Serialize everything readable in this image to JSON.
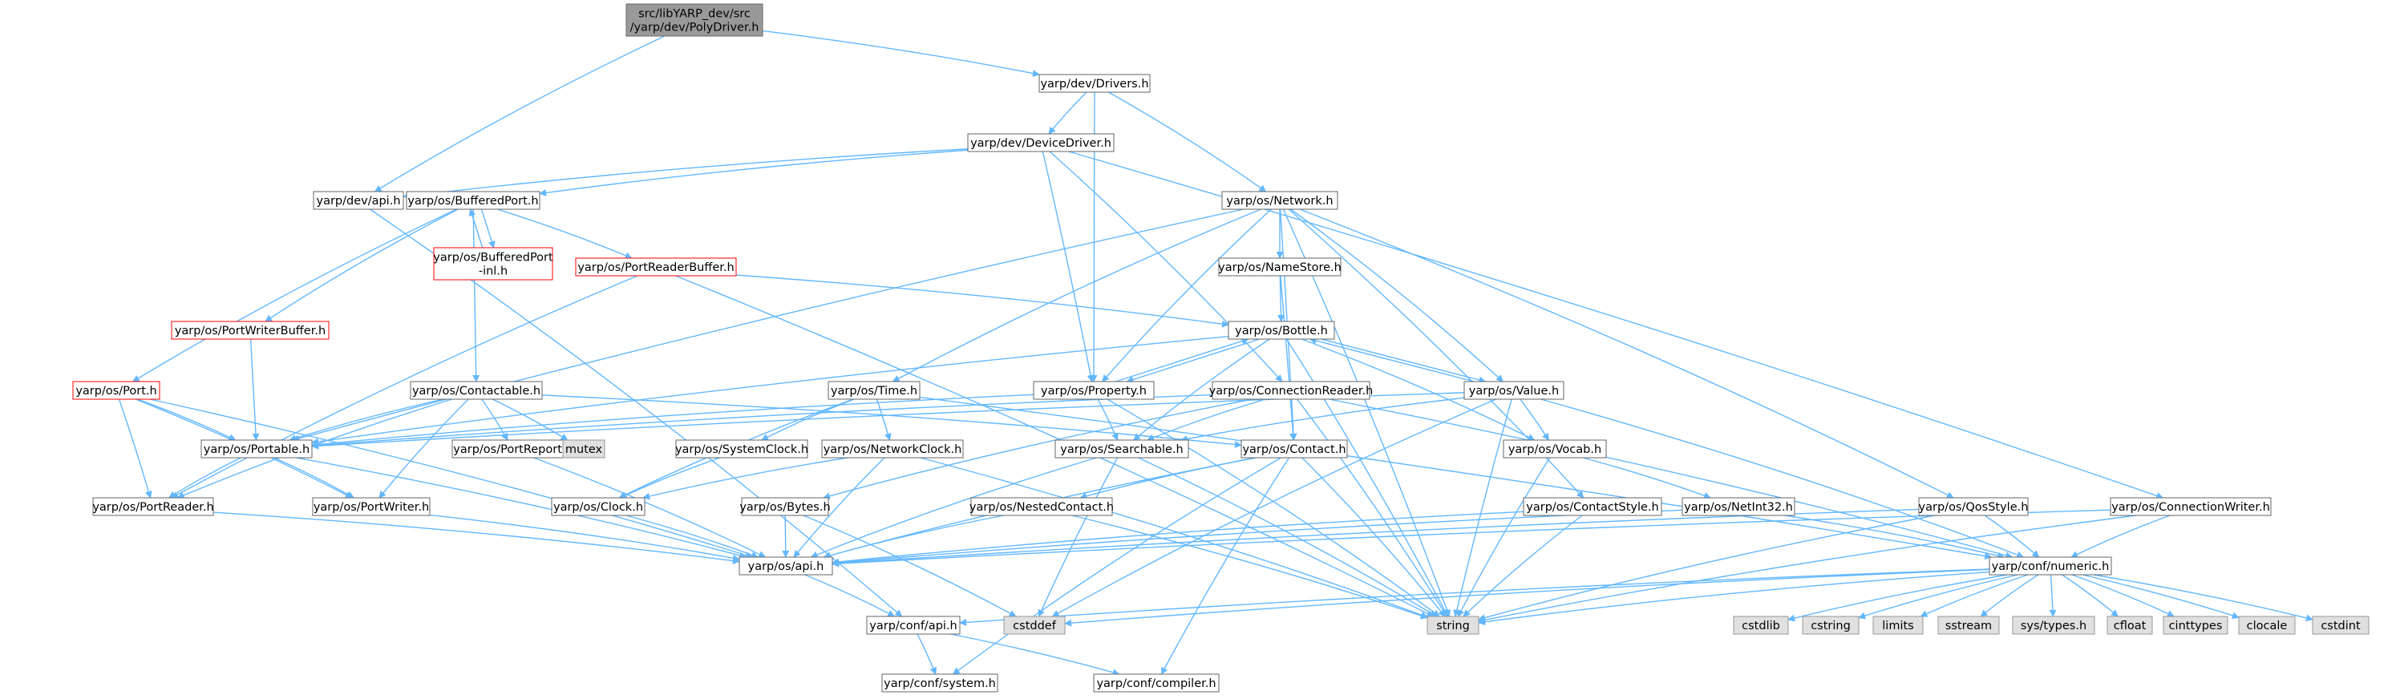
{
  "graph": {
    "colors": {
      "edge": "#63b8ff",
      "border_normal": "#666666",
      "border_truncated": "#ff0000",
      "fill_normal": "#ffffff",
      "fill_root": "#999999",
      "fill_system": "#e0e0e0",
      "text": "#000000"
    },
    "nodes": [
      {
        "id": "polydriver",
        "lines": [
          "src/libYARP_dev/src",
          "/yarp/dev/PolyDriver.h"
        ],
        "kind": "root"
      },
      {
        "id": "drivers",
        "lines": [
          "yarp/dev/Drivers.h"
        ],
        "kind": "normal"
      },
      {
        "id": "devicedriver",
        "lines": [
          "yarp/dev/DeviceDriver.h"
        ],
        "kind": "normal"
      },
      {
        "id": "devapi",
        "lines": [
          "yarp/dev/api.h"
        ],
        "kind": "normal"
      },
      {
        "id": "bufferedport",
        "lines": [
          "yarp/os/BufferedPort.h"
        ],
        "kind": "normal"
      },
      {
        "id": "network",
        "lines": [
          "yarp/os/Network.h"
        ],
        "kind": "normal"
      },
      {
        "id": "bufferedportinl",
        "lines": [
          "yarp/os/BufferedPort",
          "-inl.h"
        ],
        "kind": "truncated"
      },
      {
        "id": "portreaderbuffer",
        "lines": [
          "yarp/os/PortReaderBuffer.h"
        ],
        "kind": "truncated"
      },
      {
        "id": "namestore",
        "lines": [
          "yarp/os/NameStore.h"
        ],
        "kind": "normal"
      },
      {
        "id": "portwriterbuffer",
        "lines": [
          "yarp/os/PortWriterBuffer.h"
        ],
        "kind": "truncated"
      },
      {
        "id": "bottle",
        "lines": [
          "yarp/os/Bottle.h"
        ],
        "kind": "normal"
      },
      {
        "id": "port",
        "lines": [
          "yarp/os/Port.h"
        ],
        "kind": "truncated"
      },
      {
        "id": "contactable",
        "lines": [
          "yarp/os/Contactable.h"
        ],
        "kind": "normal"
      },
      {
        "id": "time",
        "lines": [
          "yarp/os/Time.h"
        ],
        "kind": "normal"
      },
      {
        "id": "property",
        "lines": [
          "yarp/os/Property.h"
        ],
        "kind": "normal"
      },
      {
        "id": "connectionreader",
        "lines": [
          "yarp/os/ConnectionReader.h"
        ],
        "kind": "normal"
      },
      {
        "id": "value",
        "lines": [
          "yarp/os/Value.h"
        ],
        "kind": "normal"
      },
      {
        "id": "portable",
        "lines": [
          "yarp/os/Portable.h"
        ],
        "kind": "normal"
      },
      {
        "id": "portreport",
        "lines": [
          "yarp/os/PortReport.h"
        ],
        "kind": "normal"
      },
      {
        "id": "mutex",
        "lines": [
          "mutex"
        ],
        "kind": "system"
      },
      {
        "id": "systemclock",
        "lines": [
          "yarp/os/SystemClock.h"
        ],
        "kind": "normal"
      },
      {
        "id": "networkclock",
        "lines": [
          "yarp/os/NetworkClock.h"
        ],
        "kind": "normal"
      },
      {
        "id": "searchable",
        "lines": [
          "yarp/os/Searchable.h"
        ],
        "kind": "normal"
      },
      {
        "id": "contact",
        "lines": [
          "yarp/os/Contact.h"
        ],
        "kind": "normal"
      },
      {
        "id": "vocab",
        "lines": [
          "yarp/os/Vocab.h"
        ],
        "kind": "normal"
      },
      {
        "id": "portreader",
        "lines": [
          "yarp/os/PortReader.h"
        ],
        "kind": "normal"
      },
      {
        "id": "portwriter",
        "lines": [
          "yarp/os/PortWriter.h"
        ],
        "kind": "normal"
      },
      {
        "id": "clock",
        "lines": [
          "yarp/os/Clock.h"
        ],
        "kind": "normal"
      },
      {
        "id": "bytes",
        "lines": [
          "yarp/os/Bytes.h"
        ],
        "kind": "normal"
      },
      {
        "id": "nestedcontact",
        "lines": [
          "yarp/os/NestedContact.h"
        ],
        "kind": "normal"
      },
      {
        "id": "contactstyle",
        "lines": [
          "yarp/os/ContactStyle.h"
        ],
        "kind": "normal"
      },
      {
        "id": "netint32",
        "lines": [
          "yarp/os/NetInt32.h"
        ],
        "kind": "normal"
      },
      {
        "id": "qosstyle",
        "lines": [
          "yarp/os/QosStyle.h"
        ],
        "kind": "normal"
      },
      {
        "id": "connectionwriter",
        "lines": [
          "yarp/os/ConnectionWriter.h"
        ],
        "kind": "normal"
      },
      {
        "id": "osapi",
        "lines": [
          "yarp/os/api.h"
        ],
        "kind": "normal"
      },
      {
        "id": "numeric",
        "lines": [
          "yarp/conf/numeric.h"
        ],
        "kind": "normal"
      },
      {
        "id": "confapi",
        "lines": [
          "yarp/conf/api.h"
        ],
        "kind": "normal"
      },
      {
        "id": "cstddef",
        "lines": [
          "cstddef"
        ],
        "kind": "system"
      },
      {
        "id": "string",
        "lines": [
          "string"
        ],
        "kind": "system"
      },
      {
        "id": "cstdlib",
        "lines": [
          "cstdlib"
        ],
        "kind": "system"
      },
      {
        "id": "cstring",
        "lines": [
          "cstring"
        ],
        "kind": "system"
      },
      {
        "id": "limits",
        "lines": [
          "limits"
        ],
        "kind": "system"
      },
      {
        "id": "sstream",
        "lines": [
          "sstream"
        ],
        "kind": "system"
      },
      {
        "id": "systypes",
        "lines": [
          "sys/types.h"
        ],
        "kind": "system"
      },
      {
        "id": "cfloat",
        "lines": [
          "cfloat"
        ],
        "kind": "system"
      },
      {
        "id": "cinttypes",
        "lines": [
          "cinttypes"
        ],
        "kind": "system"
      },
      {
        "id": "clocale",
        "lines": [
          "clocale"
        ],
        "kind": "system"
      },
      {
        "id": "cstdint",
        "lines": [
          "cstdint"
        ],
        "kind": "system"
      },
      {
        "id": "confsystem",
        "lines": [
          "yarp/conf/system.h"
        ],
        "kind": "normal"
      },
      {
        "id": "confcompiler",
        "lines": [
          "yarp/conf/compiler.h"
        ],
        "kind": "normal"
      }
    ],
    "edges": [
      [
        "polydriver",
        "devapi"
      ],
      [
        "polydriver",
        "drivers"
      ],
      [
        "drivers",
        "devicedriver"
      ],
      [
        "drivers",
        "network"
      ],
      [
        "drivers",
        "property"
      ],
      [
        "devicedriver",
        "devapi"
      ],
      [
        "devicedriver",
        "bufferedport"
      ],
      [
        "devicedriver",
        "property"
      ],
      [
        "devicedriver",
        "connectionreader"
      ],
      [
        "devicedriver",
        "connectionwriter"
      ],
      [
        "devapi",
        "confapi"
      ],
      [
        "bufferedport",
        "bufferedportinl"
      ],
      [
        "bufferedportinl",
        "bufferedport"
      ],
      [
        "bufferedport",
        "portreaderbuffer"
      ],
      [
        "bufferedport",
        "portwriterbuffer"
      ],
      [
        "bufferedport",
        "port"
      ],
      [
        "bufferedport",
        "contactable"
      ],
      [
        "portreaderbuffer",
        "bottle"
      ],
      [
        "portreaderbuffer",
        "portreader"
      ],
      [
        "portreaderbuffer",
        "string"
      ],
      [
        "portwriterbuffer",
        "portable"
      ],
      [
        "network",
        "namestore"
      ],
      [
        "network",
        "time"
      ],
      [
        "network",
        "property"
      ],
      [
        "network",
        "value"
      ],
      [
        "network",
        "portable"
      ],
      [
        "network",
        "contact"
      ],
      [
        "network",
        "contactstyle"
      ],
      [
        "network",
        "qosstyle"
      ],
      [
        "network",
        "string"
      ],
      [
        "namestore",
        "bottle"
      ],
      [
        "namestore",
        "contact"
      ],
      [
        "bottle",
        "portable"
      ],
      [
        "bottle",
        "property"
      ],
      [
        "bottle",
        "value"
      ],
      [
        "bottle",
        "searchable"
      ],
      [
        "bottle",
        "vocab"
      ],
      [
        "bottle",
        "string"
      ],
      [
        "port",
        "portable"
      ],
      [
        "port",
        "portreader"
      ],
      [
        "port",
        "portwriter"
      ],
      [
        "port",
        "osapi"
      ],
      [
        "contactable",
        "portable"
      ],
      [
        "contactable",
        "portreport"
      ],
      [
        "contactable",
        "mutex"
      ],
      [
        "contactable",
        "portreader"
      ],
      [
        "contactable",
        "portwriter"
      ],
      [
        "contactable",
        "contact"
      ],
      [
        "time",
        "systemclock"
      ],
      [
        "time",
        "networkclock"
      ],
      [
        "time",
        "clock"
      ],
      [
        "time",
        "numeric"
      ],
      [
        "property",
        "bottle"
      ],
      [
        "property",
        "searchable"
      ],
      [
        "property",
        "portable"
      ],
      [
        "property",
        "string"
      ],
      [
        "connectionreader",
        "searchable"
      ],
      [
        "connectionreader",
        "contact"
      ],
      [
        "connectionreader",
        "bytes"
      ],
      [
        "connectionreader",
        "portable"
      ],
      [
        "connectionreader",
        "string"
      ],
      [
        "connectionreader",
        "numeric"
      ],
      [
        "value",
        "bottle"
      ],
      [
        "value",
        "portable"
      ],
      [
        "value",
        "searchable"
      ],
      [
        "value",
        "vocab"
      ],
      [
        "value",
        "numeric"
      ],
      [
        "value",
        "string"
      ],
      [
        "value",
        "cstddef"
      ],
      [
        "portable",
        "portreader"
      ],
      [
        "portable",
        "portwriter"
      ],
      [
        "portable",
        "osapi"
      ],
      [
        "portreport",
        "osapi"
      ],
      [
        "systemclock",
        "clock"
      ],
      [
        "networkclock",
        "clock"
      ],
      [
        "networkclock",
        "osapi"
      ],
      [
        "networkclock",
        "string"
      ],
      [
        "searchable",
        "osapi"
      ],
      [
        "searchable",
        "string"
      ],
      [
        "searchable",
        "cstddef"
      ],
      [
        "contact",
        "nestedcontact"
      ],
      [
        "contact",
        "osapi"
      ],
      [
        "contact",
        "string"
      ],
      [
        "contact",
        "confsystem"
      ],
      [
        "contact",
        "confcompiler"
      ],
      [
        "vocab",
        "netint32"
      ],
      [
        "vocab",
        "string"
      ],
      [
        "portreader",
        "osapi"
      ],
      [
        "portwriter",
        "osapi"
      ],
      [
        "clock",
        "osapi"
      ],
      [
        "bytes",
        "osapi"
      ],
      [
        "bytes",
        "cstddef"
      ],
      [
        "nestedcontact",
        "osapi"
      ],
      [
        "nestedcontact",
        "string"
      ],
      [
        "contactstyle",
        "osapi"
      ],
      [
        "contactstyle",
        "string"
      ],
      [
        "netint32",
        "numeric"
      ],
      [
        "netint32",
        "osapi"
      ],
      [
        "qosstyle",
        "osapi"
      ],
      [
        "qosstyle",
        "numeric"
      ],
      [
        "qosstyle",
        "string"
      ],
      [
        "connectionwriter",
        "numeric"
      ],
      [
        "connectionwriter",
        "osapi"
      ],
      [
        "connectionwriter",
        "string"
      ],
      [
        "osapi",
        "confapi"
      ],
      [
        "numeric",
        "confapi"
      ],
      [
        "numeric",
        "cstddef"
      ],
      [
        "numeric",
        "string"
      ],
      [
        "numeric",
        "cstdlib"
      ],
      [
        "numeric",
        "cstring"
      ],
      [
        "numeric",
        "limits"
      ],
      [
        "numeric",
        "sstream"
      ],
      [
        "numeric",
        "systypes"
      ],
      [
        "numeric",
        "cfloat"
      ],
      [
        "numeric",
        "cinttypes"
      ],
      [
        "numeric",
        "clocale"
      ],
      [
        "numeric",
        "cstdint"
      ],
      [
        "confapi",
        "confsystem"
      ],
      [
        "confapi",
        "confcompiler"
      ]
    ]
  }
}
